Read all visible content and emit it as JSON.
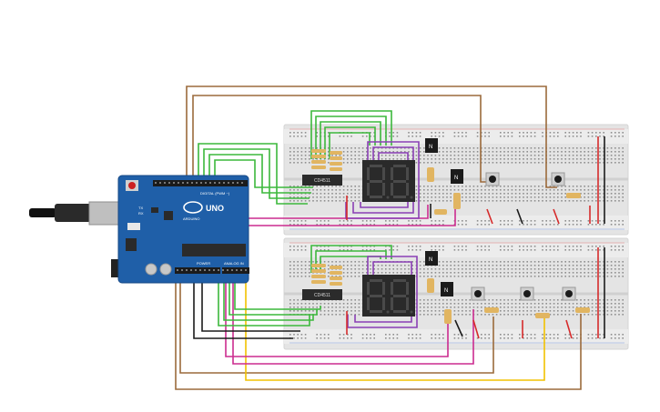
{
  "arduino": {
    "board_label": "UNO",
    "brand_label": "ARDUINO",
    "digital_header_label": "DIGITAL (PWM ~)",
    "power_header_label": "POWER",
    "analog_header_label": "ANALOG IN",
    "tx_label": "TX",
    "rx_label": "RX"
  },
  "chips": [
    {
      "id": "top",
      "label": "CD4511"
    },
    {
      "id": "bottom",
      "label": "CD4511"
    }
  ],
  "transistor_label": "N",
  "colors": {
    "green": "#3cb83c",
    "purple": "#8a3fb5",
    "magenta": "#cc2c8f",
    "brown": "#9b6a3b",
    "yellow": "#f2c200",
    "black": "#1b1b1b",
    "red": "#d62b2b",
    "board_blue": "#1f5fa8",
    "breadboard": "#e6e6e6"
  }
}
